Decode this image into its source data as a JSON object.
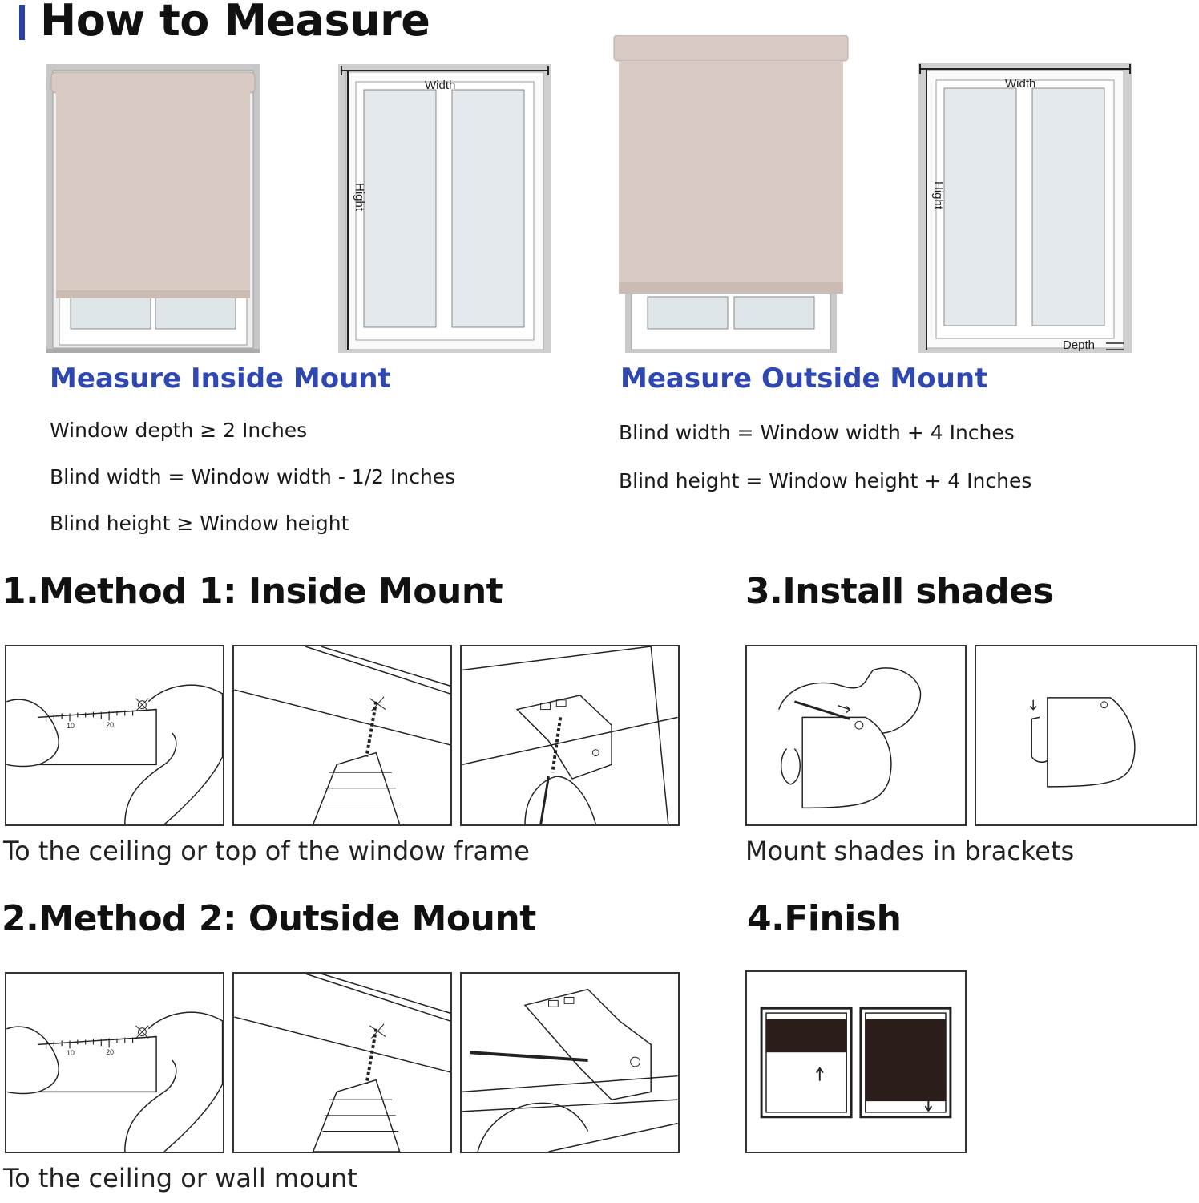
{
  "header": {
    "title": "How to Measure"
  },
  "figures": {
    "width_label": "Width",
    "height_label": "Hight",
    "depth_label": "Depth"
  },
  "inside": {
    "title": "Measure Inside Mount",
    "rules": [
      "Window depth ≥ 2 Inches",
      "Blind width = Window width - 1/2 Inches",
      "Blind height ≥ Window height"
    ]
  },
  "outside": {
    "title": "Measure Outside Mount",
    "rules": [
      "Blind width = Window width + 4 Inches",
      "Blind height = Window height + 4 Inches"
    ]
  },
  "steps": {
    "method1": {
      "title": "1.Method 1: Inside Mount",
      "caption": "To the ceiling or top of the window frame"
    },
    "method2": {
      "title": "2.Method 2: Outside Mount",
      "caption": "To the ceiling or wall mount"
    },
    "install": {
      "title": "3.Install shades",
      "caption": "Mount shades in brackets"
    },
    "finish": {
      "title": "4.Finish"
    }
  },
  "ruler_ticks": [
    "10",
    "20"
  ],
  "colors": {
    "accent": "#2f47b2",
    "shade": "#d9cbc3",
    "frame": "#b5b5b5"
  }
}
